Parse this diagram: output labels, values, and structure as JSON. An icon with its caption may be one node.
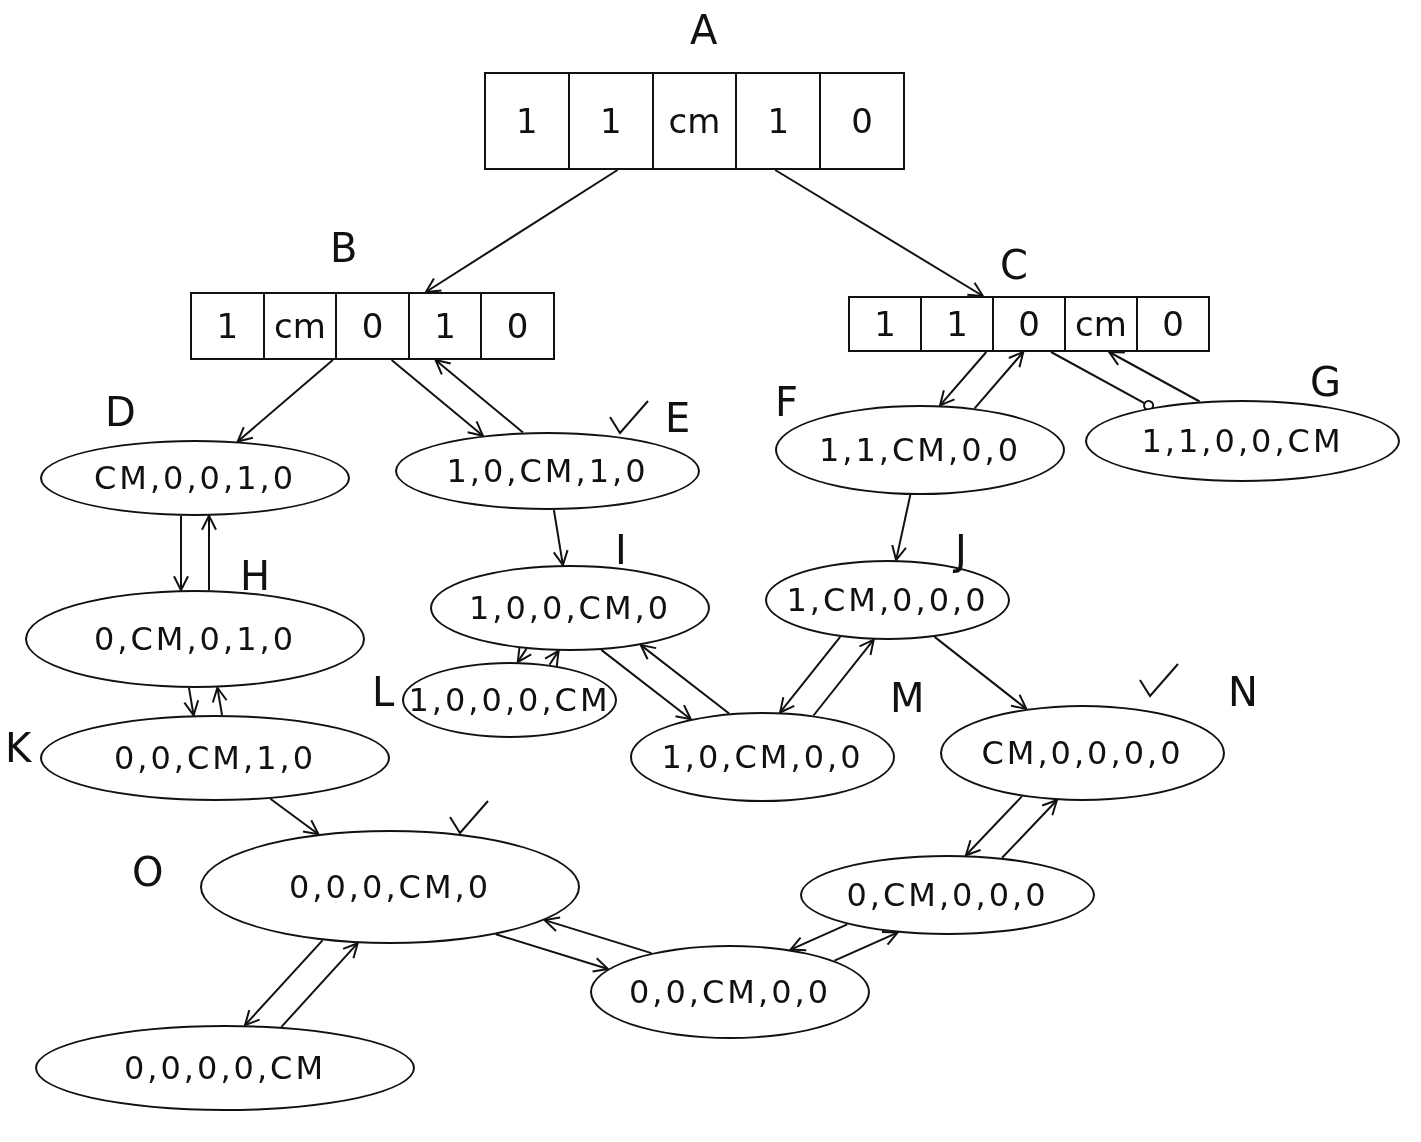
{
  "diagram": {
    "nodes": [
      {
        "text": [
          "1",
          "1",
          "cm",
          "1",
          "0"
        ],
        "beside": [
          "A"
        ]
      },
      {
        "text": [
          "1",
          "cm",
          "0",
          "1",
          "0"
        ],
        "beside": [
          "B"
        ]
      },
      {
        "text": [
          "1",
          "1",
          "0",
          "cm",
          "0"
        ],
        "beside": [
          "C"
        ]
      },
      {
        "text": [
          "CM,0,0,1,0"
        ],
        "beside": [
          "D"
        ]
      },
      {
        "text": [
          "1,0,CM,1,0"
        ],
        "beside": [
          "E"
        ]
      },
      {
        "text": [
          "1,1,CM,0,0"
        ],
        "beside": [
          "F"
        ]
      },
      {
        "text": [
          "1,1,0,0,CM"
        ],
        "beside": [
          "G"
        ]
      },
      {
        "text": [
          "0,CM,0,1,0"
        ],
        "beside": [
          "H"
        ]
      },
      {
        "text": [
          "1,0,0,CM,0"
        ],
        "beside": [
          "I"
        ]
      },
      {
        "text": [
          "1,CM,0,0,0"
        ],
        "beside": [
          "J"
        ]
      },
      {
        "text": [
          "0,0,CM,1,0"
        ],
        "beside": [
          "K"
        ]
      },
      {
        "text": [
          "1,0,0,0,CM"
        ],
        "beside": [
          "L"
        ]
      },
      {
        "text": [
          "1,0,CM,0,0"
        ],
        "beside": [
          "M"
        ]
      },
      {
        "text": [
          "CM,0,0,0,0"
        ],
        "beside": [
          "N"
        ]
      },
      {
        "text": [
          "0,0,0,CM,0"
        ],
        "beside": [
          "O"
        ]
      },
      {
        "text": [
          "0,CM,0,0,0"
        ]
      },
      {
        "text": [
          "0,0,CM,0,0"
        ]
      },
      {
        "text": [
          "0,0,0,0,CM"
        ]
      }
    ],
    "edges": [
      {
        "from": 0,
        "to": 1,
        "arrow": "to"
      },
      {
        "from": 0,
        "to": 2,
        "arrow": "to"
      },
      {
        "from": 1,
        "to": 3,
        "arrow": "to"
      },
      {
        "from": 1,
        "to": 4,
        "arrow": "to"
      },
      {
        "from": 4,
        "to": 1,
        "arrow": "to"
      },
      {
        "from": 2,
        "to": 5,
        "arrow": "to"
      },
      {
        "from": 5,
        "to": 2,
        "arrow": "to"
      },
      {
        "from": 2,
        "to": 6,
        "arrow": "other"
      },
      {
        "from": 6,
        "to": 2,
        "arrow": "to"
      },
      {
        "from": 3,
        "to": 7,
        "arrow": "to"
      },
      {
        "from": 7,
        "to": 3,
        "arrow": "to"
      },
      {
        "from": 4,
        "to": 8,
        "arrow": "to"
      },
      {
        "from": 5,
        "to": 9,
        "arrow": "to"
      },
      {
        "from": 7,
        "to": 10,
        "arrow": "to"
      },
      {
        "from": 10,
        "to": 7,
        "arrow": "to"
      },
      {
        "from": 8,
        "to": 11,
        "arrow": "to"
      },
      {
        "from": 11,
        "to": 8,
        "arrow": "to"
      },
      {
        "from": 8,
        "to": 12,
        "arrow": "to"
      },
      {
        "from": 12,
        "to": 8,
        "arrow": "to"
      },
      {
        "from": 9,
        "to": 12,
        "arrow": "to"
      },
      {
        "from": 12,
        "to": 9,
        "arrow": "to"
      },
      {
        "from": 9,
        "to": 13,
        "arrow": "to"
      },
      {
        "from": 10,
        "to": 14,
        "arrow": "to"
      },
      {
        "from": 14,
        "to": 17,
        "arrow": "to"
      },
      {
        "from": 17,
        "to": 14,
        "arrow": "to"
      },
      {
        "from": 14,
        "to": 16,
        "arrow": "to"
      },
      {
        "from": 16,
        "to": 14,
        "arrow": "to"
      },
      {
        "from": 16,
        "to": 15,
        "arrow": "to"
      },
      {
        "from": 15,
        "to": 16,
        "arrow": "to"
      },
      {
        "from": 15,
        "to": 13,
        "arrow": "to"
      },
      {
        "from": 13,
        "to": 15,
        "arrow": "to"
      }
    ]
  }
}
